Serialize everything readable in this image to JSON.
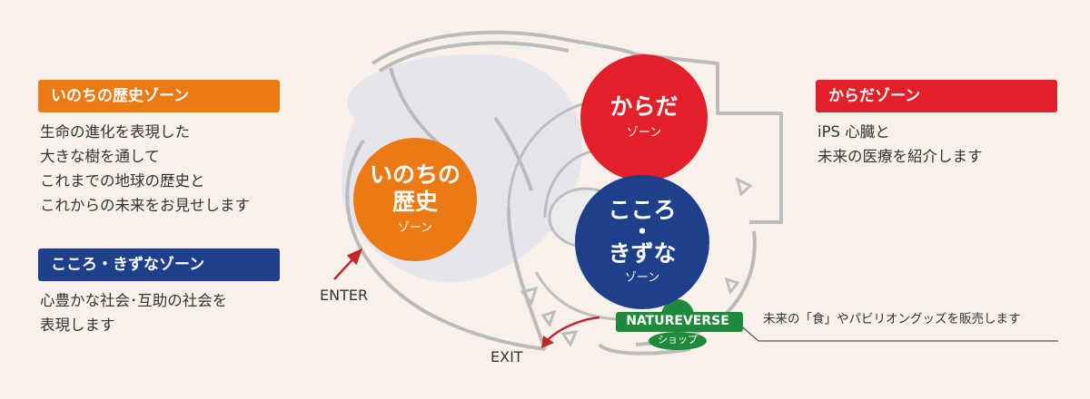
{
  "left_zones": [
    {
      "title": "いのちの歴史ゾーン",
      "lines": [
        "生命の進化を表現した",
        "大きな樹を通して",
        "これまでの地球の歴史と",
        "これからの未来をお見せします"
      ]
    },
    {
      "title": "こころ・きずなゾーン",
      "lines": [
        "心豊かな社会･互助の社会を",
        "表現します"
      ]
    }
  ],
  "right_zone": {
    "title": "からだゾーン",
    "lines": [
      "iPS 心臓と",
      "未来の医療を紹介します"
    ]
  },
  "circles": {
    "inochi": {
      "line1": "いのちの",
      "line2": "歴史",
      "sub": "ゾーン"
    },
    "karada": {
      "line1": "からだ",
      "sub": "ゾーン"
    },
    "kokoro": {
      "line1": "こころ",
      "dot": "・",
      "line2": "きずな",
      "sub": "ゾーン"
    }
  },
  "enter_label": "ENTER",
  "exit_label": "EXIT",
  "shop": {
    "name": "NATUREVERSE",
    "sub": "ショップ",
    "description": "未来の「食」やパビリオングッズを販売します"
  },
  "colors": {
    "orange": "#ec7a14",
    "blue": "#1e3f8a",
    "red": "#e3202a",
    "green": "#1f8a3c",
    "background": "#f8f1ea"
  }
}
